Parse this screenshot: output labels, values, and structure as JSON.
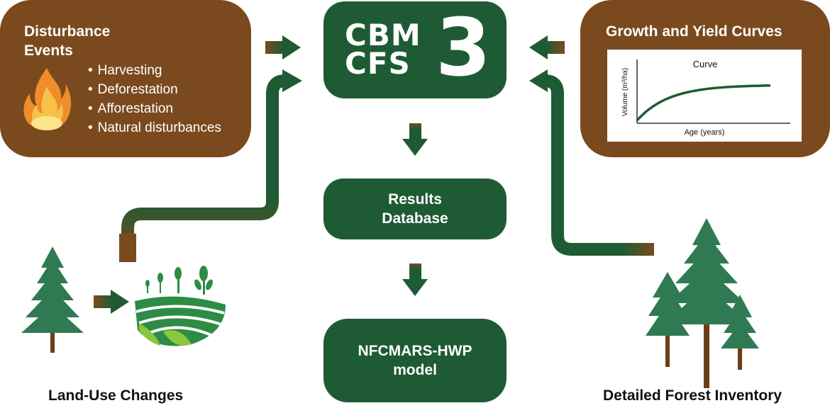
{
  "disturbance": {
    "title_line1": "Disturbance",
    "title_line2": "Events",
    "items": [
      "Harvesting",
      "Deforestation",
      "Afforestation",
      "Natural disturbances"
    ]
  },
  "model": {
    "line1": "CBM",
    "line2": "CFS",
    "number": "3"
  },
  "growth": {
    "title": "Growth and Yield Curves",
    "chart_data": {
      "type": "line",
      "title": "Curve",
      "xlabel": "Age (years)",
      "ylabel": "Volume (m³/ha)",
      "shape": "saturating growth curve, rising steeply then leveling off",
      "grid": false
    }
  },
  "results": {
    "line1": "Results",
    "line2": "Database"
  },
  "nfcmars": {
    "line1": "NFCMARS-HWP",
    "line2": "model"
  },
  "labels": {
    "land_use": "Land-Use Changes",
    "inventory": "Detailed Forest Inventory"
  },
  "colors": {
    "brown": "#7a4a1e",
    "green": "#1e5b34",
    "curve": "#1e5b34"
  }
}
